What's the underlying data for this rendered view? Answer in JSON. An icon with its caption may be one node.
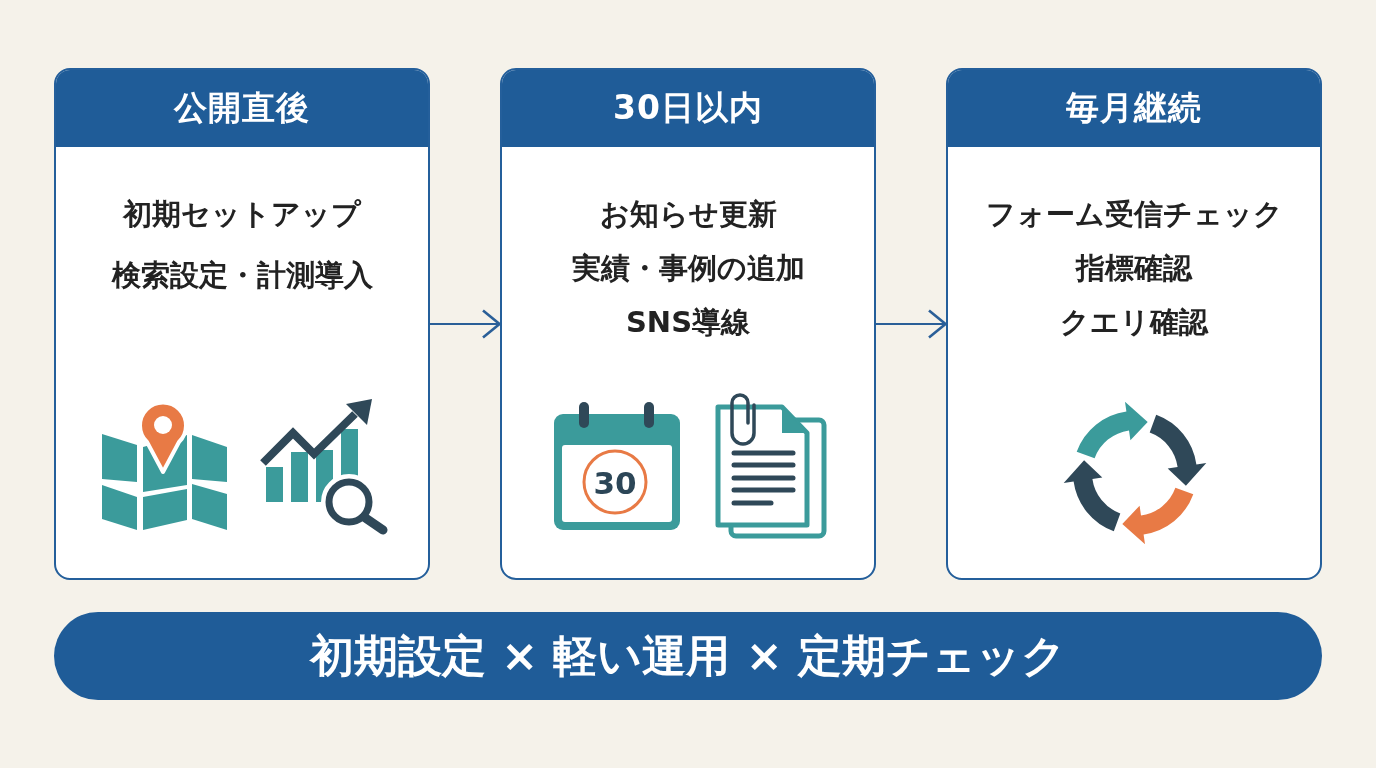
{
  "diagram": {
    "nodes": [
      {
        "text": [
          "公開直後",
          "初期セットアップ",
          "検索設定・計測導入"
        ]
      },
      {
        "text": [
          "30日以内",
          "お知らせ更新",
          "実績・事例の追加",
          "SNS導線"
        ]
      },
      {
        "text": [
          "毎月継続",
          "フォーム受信チェック",
          "指標確認",
          "クエリ確認"
        ]
      },
      {
        "text": [
          "初期設定 × 軽い運用 × 定期チェック"
        ]
      }
    ],
    "edges": [
      {
        "from": 0,
        "to": 1,
        "arrow": "to"
      },
      {
        "from": 1,
        "to": 2,
        "arrow": "to"
      }
    ],
    "labels": [
      "30"
    ]
  }
}
